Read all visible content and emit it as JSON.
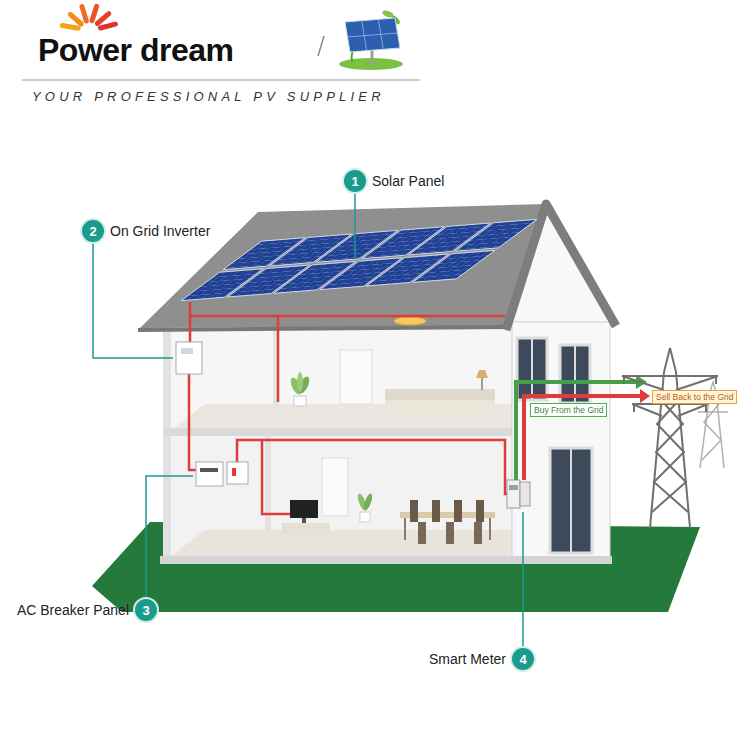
{
  "diagram": {
    "nodes": [
      {
        "text": [
          "1",
          "Solar Panel"
        ]
      },
      {
        "text": [
          "2",
          "On Grid Inverter"
        ]
      },
      {
        "text": [
          "Buy From the Grid"
        ]
      },
      {
        "text": [
          "Sell Back to the Grid"
        ]
      },
      {
        "text": [
          "3",
          "AC Breaker Panel"
        ]
      },
      {
        "text": [
          "4",
          "Smart Meter"
        ]
      }
    ],
    "labels": [
      "Power dream",
      "YOUR PROFESSIONAL PV SUPPLIER"
    ]
  }
}
